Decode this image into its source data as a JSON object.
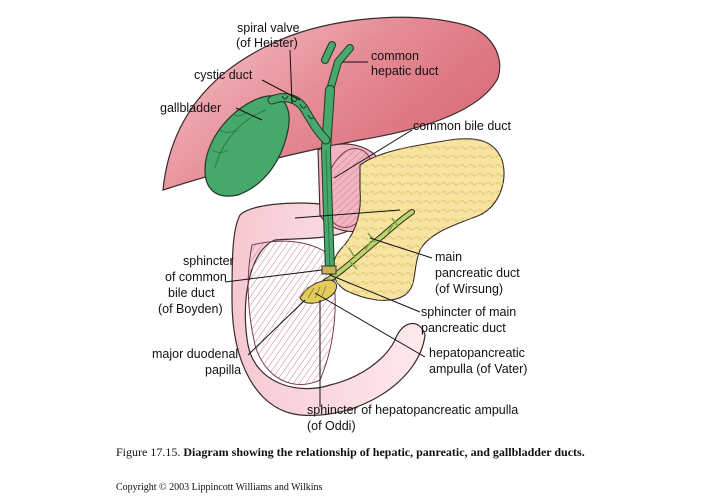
{
  "labels": {
    "spiral_valve_1": "spiral valve",
    "spiral_valve_2": "(of Heister)",
    "common_hepatic_1": "common",
    "common_hepatic_2": "hepatic duct",
    "cystic_duct": "cystic duct",
    "gallbladder": "gallbladder",
    "common_bile_duct": "common bile duct",
    "sphincter_bile_1": "sphincter",
    "sphincter_bile_2": "of common",
    "sphincter_bile_3": "bile duct",
    "sphincter_bile_4": "(of Boyden)",
    "main_pancreatic_1": "main",
    "main_pancreatic_2": "pancreatic duct",
    "main_pancreatic_3": "(of Wirsung)",
    "sphincter_main_1": "sphincter of main",
    "sphincter_main_2": "pancreatic duct",
    "major_papilla_1": "major duodenal",
    "major_papilla_2": "papilla",
    "ampulla_1": "hepatopancreatic",
    "ampulla_2": "ampulla (of Vater)",
    "sphincter_ampulla_1": "sphincter of hepatopancreatic ampulla",
    "sphincter_ampulla_2": "(of Oddi)"
  },
  "caption": {
    "figure_number": "Figure 17.15.",
    "title": "Diagram showing the relationship of hepatic, panreatic, and gallbladder ducts."
  },
  "copyright": "Copyright © 2003 Lippincott Williams and Wilkins",
  "colors": {
    "liver": "#e58a94",
    "liver_light": "#fbe3e6",
    "duct_green": "#46a86a",
    "pancreas": "#f6e4a0",
    "duodenum": "#f7c9d2"
  }
}
